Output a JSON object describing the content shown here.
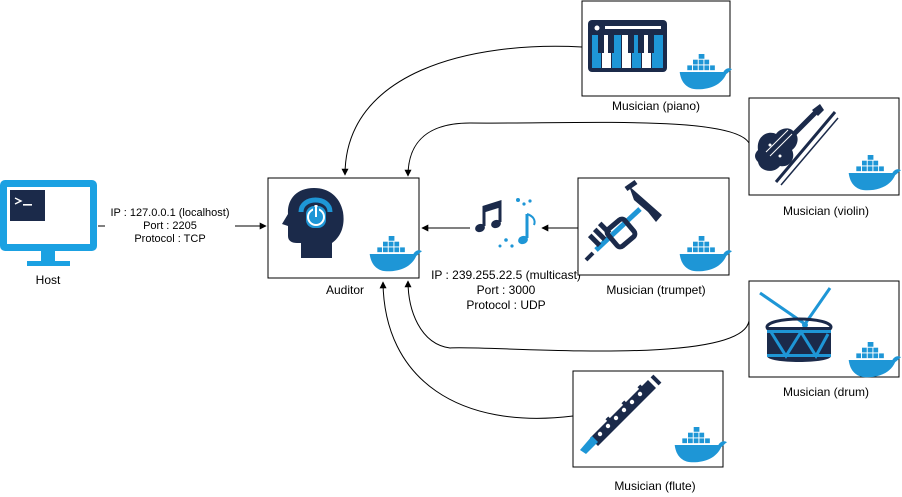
{
  "colors": {
    "docker_blue": "#1E96D6",
    "navy": "#1B2A4A",
    "host_blue": "#1BA1E2",
    "line": "#000000"
  },
  "nodes": {
    "host": {
      "label": "Host",
      "icon": "computer-terminal-icon"
    },
    "auditor": {
      "label": "Auditor",
      "icon": "headphones-head-icon",
      "badge_icon": "docker-whale-icon"
    },
    "piano": {
      "label": "Musician (piano)",
      "icon": "piano-keyboard-icon",
      "badge_icon": "docker-whale-icon"
    },
    "violin": {
      "label": "Musician (violin)",
      "icon": "violin-icon",
      "badge_icon": "docker-whale-icon"
    },
    "trumpet": {
      "label": "Musician (trumpet)",
      "icon": "trumpet-icon",
      "badge_icon": "docker-whale-icon"
    },
    "drum": {
      "label": "Musician (drum)",
      "icon": "drum-icon",
      "badge_icon": "docker-whale-icon"
    },
    "flute": {
      "label": "Musician (flute)",
      "icon": "flute-icon",
      "badge_icon": "docker-whale-icon"
    }
  },
  "tcp_link": {
    "lines": [
      "IP : 127.0.0.1 (localhost)",
      "Port : 2205",
      "Protocol : TCP"
    ]
  },
  "udp_link": {
    "icon": "music-notes-icon",
    "lines": [
      "IP : 239.255.22.5 (multicast)",
      "Port : 3000",
      "Protocol : UDP"
    ]
  }
}
